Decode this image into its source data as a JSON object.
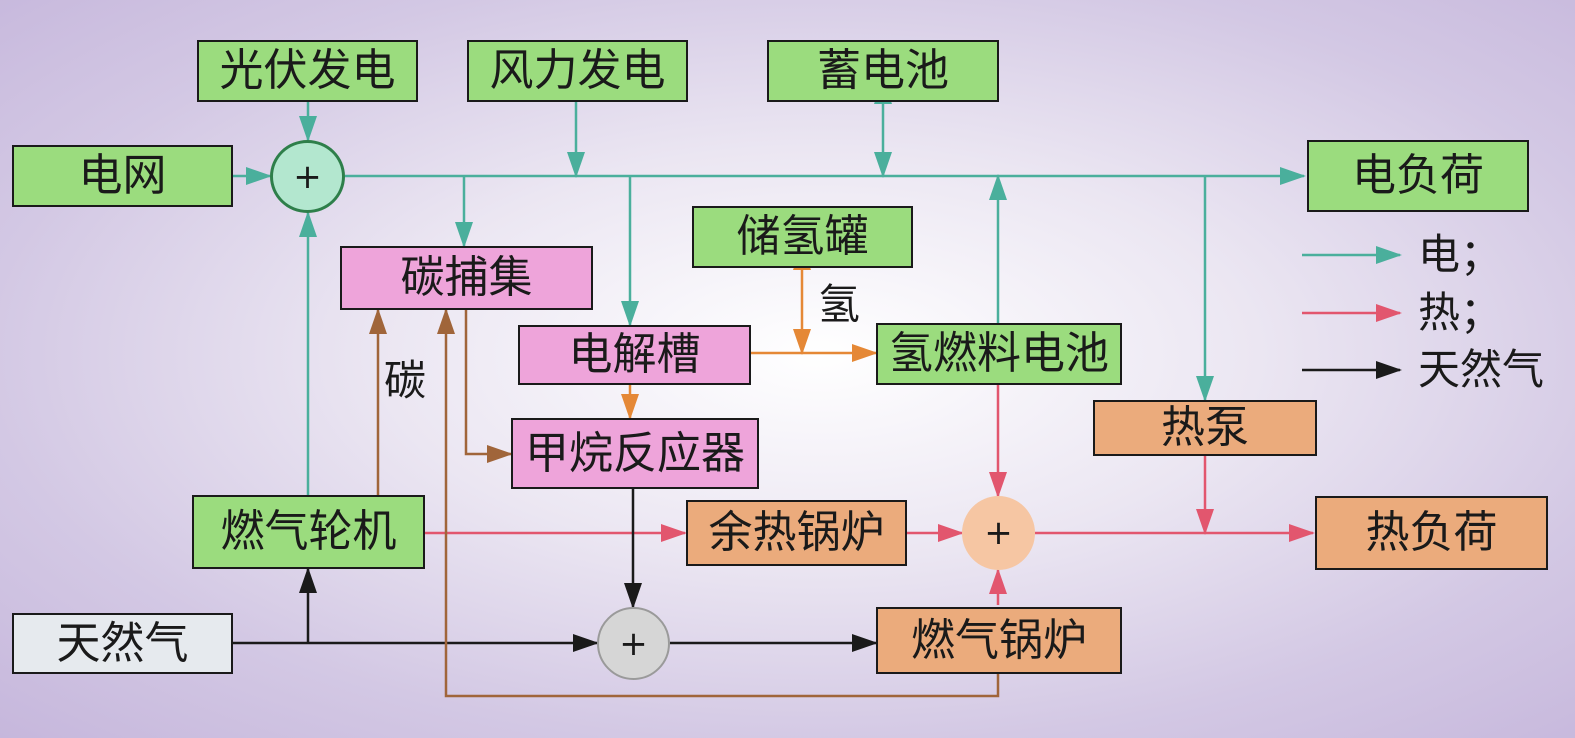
{
  "boxes": {
    "pv": "光伏发电",
    "wind": "风力发电",
    "battery": "蓄电池",
    "grid": "电网",
    "elec_load": "电负荷",
    "carbon_capture": "碳捕集",
    "h2_tank": "储氢罐",
    "electrolyzer": "电解槽",
    "h2_fuel_cell": "氢燃料电池",
    "methane_reactor": "甲烷反应器",
    "heat_pump": "热泵",
    "gas_turbine": "燃气轮机",
    "waste_heat_boiler": "余热锅炉",
    "heat_load": "热负荷",
    "natural_gas": "天然气",
    "gas_boiler": "燃气锅炉"
  },
  "nodes": {
    "elec_bus": "+",
    "heat_bus": "+",
    "gas_bus": "+"
  },
  "labels": {
    "carbon": "碳",
    "hydrogen": "氢"
  },
  "legend": [
    {
      "text": "电；",
      "color": "#4aaf9c"
    },
    {
      "text": "热；",
      "color": "#e2566e"
    },
    {
      "text": "天然气",
      "color": "#1a1a1a"
    }
  ],
  "colors": {
    "electric": "#4aaf9c",
    "heat": "#e2566e",
    "gas": "#1a1a1a",
    "hydrogen": "#e58836",
    "carbon": "#a0653a",
    "box_green": "#9bdc7e",
    "box_pink": "#eea4da",
    "box_orange": "#ebab7c",
    "box_gray": "#e6eaee"
  }
}
